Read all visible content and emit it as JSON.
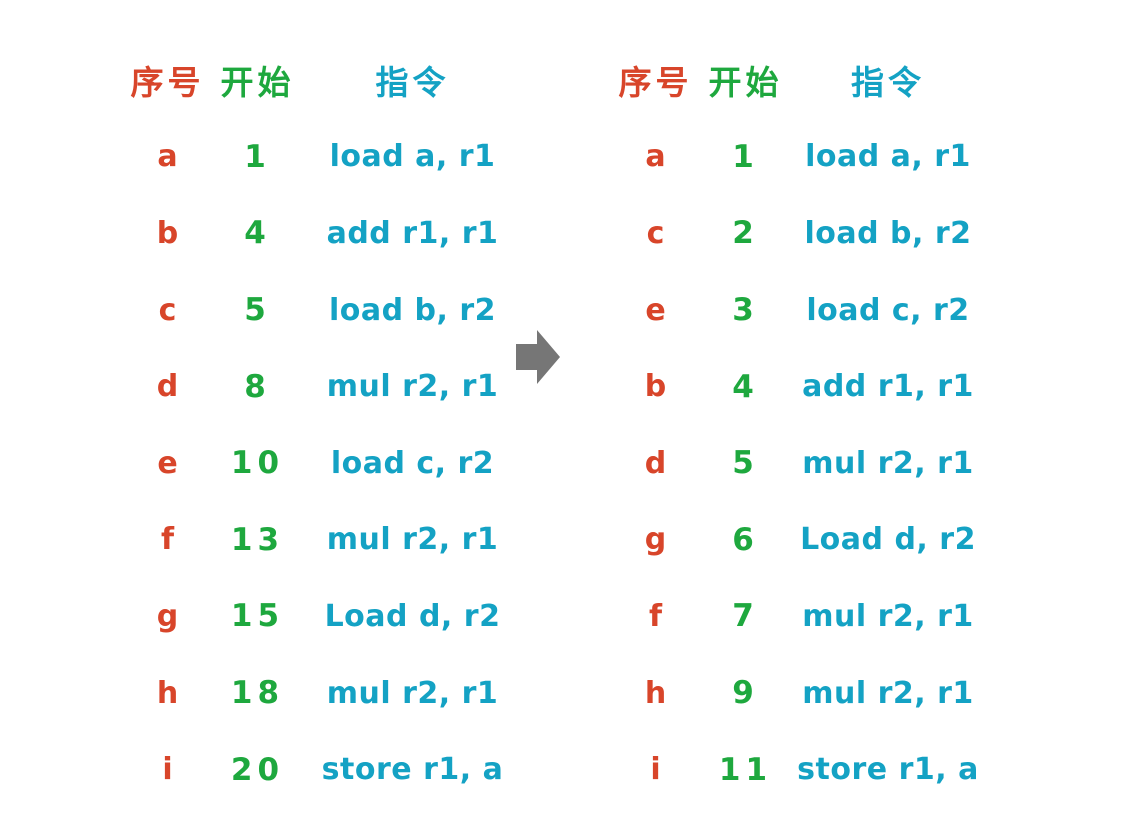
{
  "colors": {
    "red": "#d8452a",
    "green": "#1ea83e",
    "cyan": "#14a2c4",
    "gray": "#767676",
    "bg": "#ffffff"
  },
  "headers": {
    "seq": "序号",
    "start": "开始",
    "instr": "指令"
  },
  "arrow": {
    "icon": "right-block-arrow"
  },
  "left": {
    "rows": [
      {
        "seq": "a",
        "start": "1",
        "instr": "load a, r1"
      },
      {
        "seq": "b",
        "start": "4",
        "instr": "add r1, r1"
      },
      {
        "seq": "c",
        "start": "5",
        "instr": "load b, r2"
      },
      {
        "seq": "d",
        "start": "8",
        "instr": "mul r2, r1"
      },
      {
        "seq": "e",
        "start": "10",
        "instr": "load c, r2"
      },
      {
        "seq": "f",
        "start": "13",
        "instr": "mul r2, r1"
      },
      {
        "seq": "g",
        "start": "15",
        "instr": "Load d, r2"
      },
      {
        "seq": "h",
        "start": "18",
        "instr": "mul r2, r1"
      },
      {
        "seq": "i",
        "start": "20",
        "instr": "store r1, a"
      }
    ]
  },
  "right": {
    "rows": [
      {
        "seq": "a",
        "start": "1",
        "instr": "load a, r1"
      },
      {
        "seq": "c",
        "start": "2",
        "instr": "load b, r2"
      },
      {
        "seq": "e",
        "start": "3",
        "instr": "load c, r2"
      },
      {
        "seq": "b",
        "start": "4",
        "instr": "add r1, r1"
      },
      {
        "seq": "d",
        "start": "5",
        "instr": "mul r2, r1"
      },
      {
        "seq": "g",
        "start": "6",
        "instr": "Load d, r2"
      },
      {
        "seq": "f",
        "start": "7",
        "instr": "mul r2, r1"
      },
      {
        "seq": "h",
        "start": "9",
        "instr": "mul r2, r1"
      },
      {
        "seq": "i",
        "start": "11",
        "instr": "store r1, a"
      }
    ]
  }
}
